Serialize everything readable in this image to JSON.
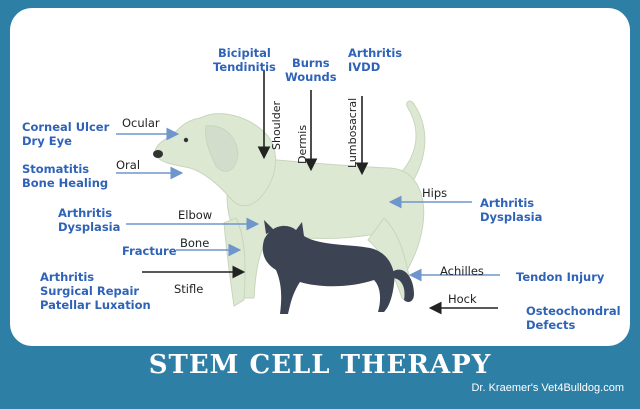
{
  "title": "STEM CELL THERAPY",
  "credit": "Dr. Kraemer's Vet4Bulldog.com",
  "conditions": {
    "corneal": [
      "Corneal Ulcer",
      "Dry Eye"
    ],
    "stomatitis": [
      "Stomatitis",
      "Bone Healing"
    ],
    "arthritis_dysplasia_left": [
      "Arthritis",
      "Dysplasia"
    ],
    "fracture": "Fracture",
    "arthritis_surgical": [
      "Arthritis",
      "Surgical Repair",
      "Patellar Luxation"
    ],
    "bicipital": [
      "Bicipital",
      "Tendinitis"
    ],
    "burns": [
      "Burns",
      "Wounds"
    ],
    "arthritis_ivdd": [
      "Arthritis",
      "IVDD"
    ],
    "arthritis_dysplasia_right": [
      "Arthritis",
      "Dysplasia"
    ],
    "tendon": "Tendon Injury",
    "osteochondral": [
      "Osteochondral",
      "Defects"
    ]
  },
  "anatomy": {
    "ocular": "Ocular",
    "oral": "Oral",
    "elbow": "Elbow",
    "bone": "Bone",
    "stifle": "Stifle",
    "shoulder": "Shoulder",
    "dermis": "Dermis",
    "lumbosacral": "Lumbosacral",
    "hips": "Hips",
    "achilles": "Achilles",
    "hock": "Hock"
  },
  "colors": {
    "background": "#2e7fa6",
    "panel": "#ffffff",
    "condition_text": "#2f63b8",
    "dog_fill": "#dde8d3",
    "cat_fill": "#3c4454",
    "arrow": "#222222",
    "arrow_light": "#6e95cc"
  }
}
